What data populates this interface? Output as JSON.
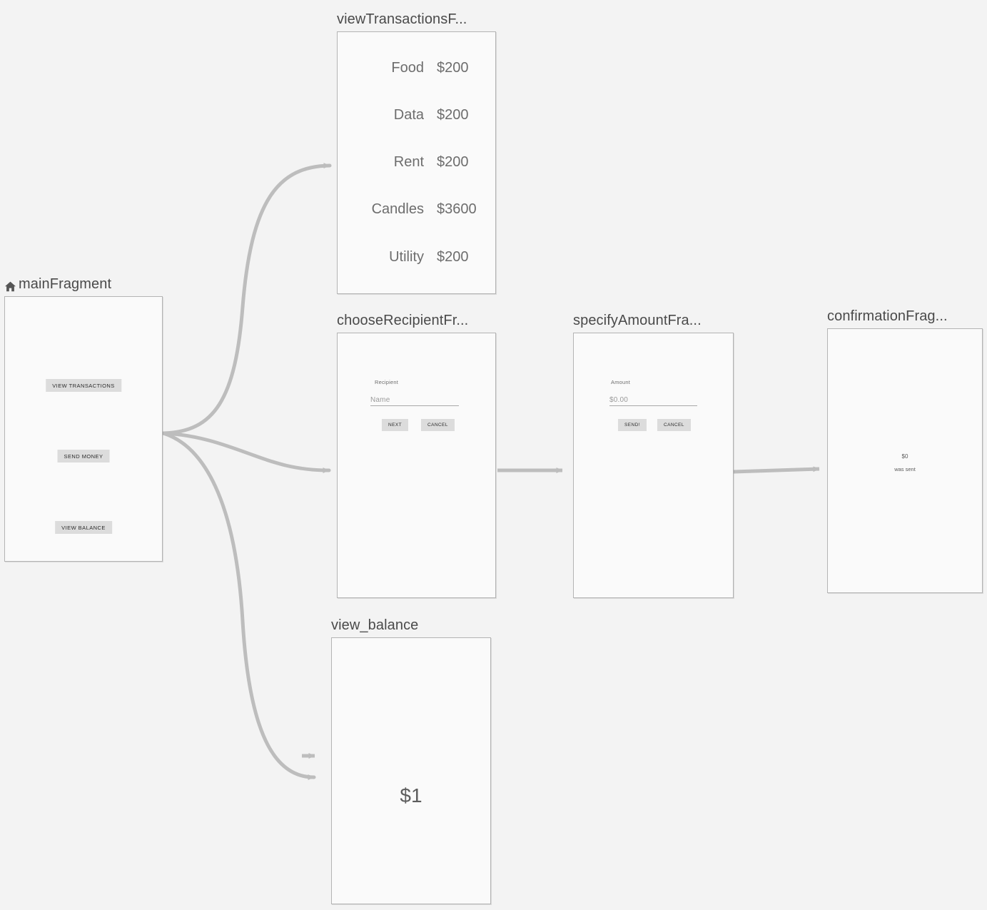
{
  "canvas": {
    "background": "#f3f3f3",
    "edge_color": "#c0c0c0",
    "node_border_color": "#b4b4b4",
    "node_fill_color": "#fafafa",
    "title_color": "#4a4a4a"
  },
  "nodes": {
    "main": {
      "title": "mainFragment",
      "is_start_destination": true,
      "start_icon": "home-icon",
      "buttons": [
        {
          "label": "VIEW TRANSACTIONS"
        },
        {
          "label": "SEND MONEY"
        },
        {
          "label": "VIEW BALANCE"
        }
      ]
    },
    "view_transactions": {
      "title": "viewTransactionsF...",
      "rows": [
        {
          "label": "Food",
          "amount": "$200"
        },
        {
          "label": "Data",
          "amount": "$200"
        },
        {
          "label": "Rent",
          "amount": "$200"
        },
        {
          "label": "Candles",
          "amount": "$3600"
        },
        {
          "label": "Utility",
          "amount": "$200"
        }
      ]
    },
    "choose_recipient": {
      "title": "chooseRecipientFr...",
      "field_label": "Recipient",
      "field_placeholder": "Name",
      "buttons": [
        {
          "label": "NEXT"
        },
        {
          "label": "CANCEL"
        }
      ]
    },
    "specify_amount": {
      "title": "specifyAmountFra...",
      "field_label": "Amount",
      "field_placeholder": "$0.00",
      "buttons": [
        {
          "label": "SEND!"
        },
        {
          "label": "CANCEL"
        }
      ]
    },
    "confirmation": {
      "title": "confirmationFrag...",
      "amount": "$0",
      "caption": "was sent"
    },
    "view_balance": {
      "title": "view_balance",
      "amount": "$1"
    }
  },
  "edges": [
    {
      "from": "main",
      "to": "view_transactions"
    },
    {
      "from": "main",
      "to": "choose_recipient"
    },
    {
      "from": "main",
      "to": "view_balance"
    },
    {
      "from": "choose_recipient",
      "to": "specify_amount"
    },
    {
      "from": "specify_amount",
      "to": "confirmation"
    },
    {
      "from": "unknown",
      "to": "view_balance"
    }
  ]
}
